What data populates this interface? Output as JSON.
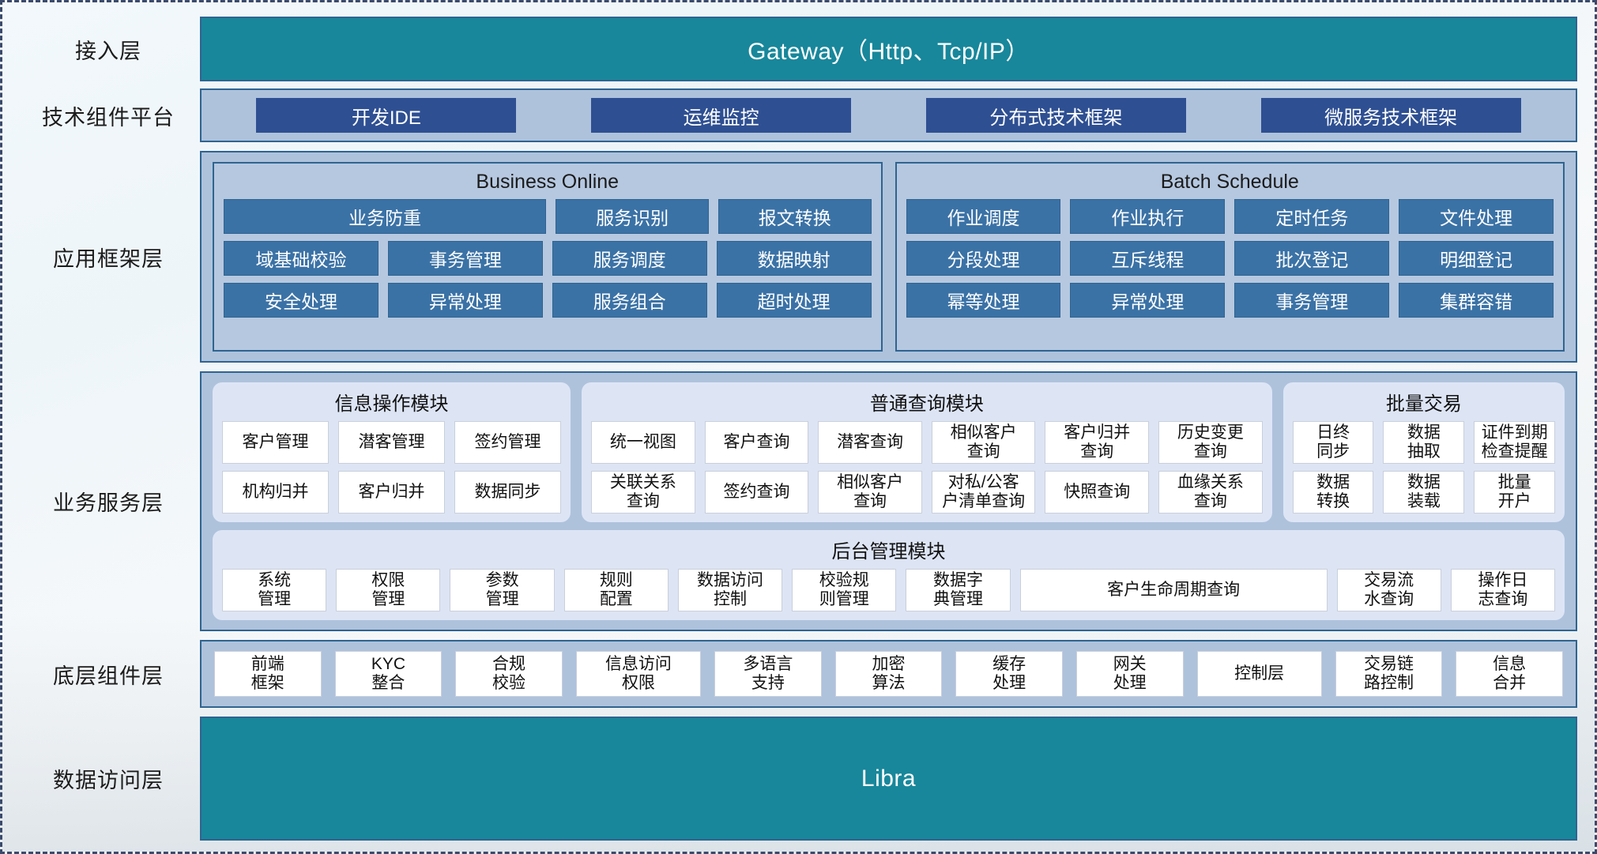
{
  "layers": [
    {
      "label": "接入层",
      "type": "teal",
      "bar_text": "Gateway（Http、Tcp/IP）"
    },
    {
      "label": "技术组件平台",
      "type": "tech",
      "buttons": [
        "开发IDE",
        "运维监控",
        "分布式技术框架",
        "微服务技术框架"
      ]
    },
    {
      "label": "应用框架层",
      "type": "framework",
      "panels": [
        {
          "title": "Business Online",
          "rows": [
            [
              {
                "text": "业务防重",
                "span": 2
              },
              {
                "text": "服务识别",
                "span": 1
              },
              {
                "text": "报文转换",
                "span": 1
              }
            ],
            [
              {
                "text": "域基础校验",
                "span": 1
              },
              {
                "text": "事务管理",
                "span": 1
              },
              {
                "text": "服务调度",
                "span": 1
              },
              {
                "text": "数据映射",
                "span": 1
              }
            ],
            [
              {
                "text": "安全处理",
                "span": 1
              },
              {
                "text": "异常处理",
                "span": 1
              },
              {
                "text": "服务组合",
                "span": 1
              },
              {
                "text": "超时处理",
                "span": 1
              }
            ]
          ]
        },
        {
          "title": "Batch Schedule",
          "rows": [
            [
              {
                "text": "作业调度",
                "span": 1
              },
              {
                "text": "作业执行",
                "span": 1
              },
              {
                "text": "定时任务",
                "span": 1
              },
              {
                "text": "文件处理",
                "span": 1
              }
            ],
            [
              {
                "text": "分段处理",
                "span": 1
              },
              {
                "text": "互斥线程",
                "span": 1
              },
              {
                "text": "批次登记",
                "span": 1
              },
              {
                "text": "明细登记",
                "span": 1
              }
            ],
            [
              {
                "text": "幂等处理",
                "span": 1
              },
              {
                "text": "异常处理",
                "span": 1
              },
              {
                "text": "事务管理",
                "span": 1
              },
              {
                "text": "集群容错",
                "span": 1
              }
            ]
          ]
        }
      ]
    },
    {
      "label": "业务服务层",
      "type": "service",
      "top_modules": [
        {
          "title": "信息操作模块",
          "rows": [
            [
              "客户管理",
              "潜客管理",
              "签约管理"
            ],
            [
              "机构归并",
              "客户归并",
              "数据同步"
            ]
          ]
        },
        {
          "title": "普通查询模块",
          "rows": [
            [
              "统一视图",
              "客户查询",
              "潜客查询",
              "相似客户\n查询",
              "客户归并\n查询",
              "历史变更\n查询"
            ],
            [
              "关联关系\n查询",
              "签约查询",
              "相似客户\n查询",
              "对私/公客\n户清单查询",
              "快照查询",
              "血缘关系\n查询"
            ]
          ]
        },
        {
          "title": "批量交易",
          "rows": [
            [
              "日终\n同步",
              "数据\n抽取",
              "证件到期\n检查提醒"
            ],
            [
              "数据\n转换",
              "数据\n装载",
              "批量\n开户"
            ]
          ]
        }
      ],
      "bottom_module": {
        "title": "后台管理模块",
        "items": [
          {
            "text": "系统\n管理",
            "wide": false
          },
          {
            "text": "权限\n管理",
            "wide": false
          },
          {
            "text": "参数\n管理",
            "wide": false
          },
          {
            "text": "规则\n配置",
            "wide": false
          },
          {
            "text": "数据访问\n控制",
            "wide": false
          },
          {
            "text": "校验规\n则管理",
            "wide": false
          },
          {
            "text": "数据字\n典管理",
            "wide": false
          },
          {
            "text": "客户生命周期查询",
            "wide": true
          },
          {
            "text": "交易流\n水查询",
            "wide": false
          },
          {
            "text": "操作日\n志查询",
            "wide": false
          }
        ]
      }
    },
    {
      "label": "底层组件层",
      "type": "components",
      "items": [
        {
          "text": "前端\n框架",
          "wider": false
        },
        {
          "text": "KYC\n整合",
          "wider": false
        },
        {
          "text": "合规\n校验",
          "wider": false
        },
        {
          "text": "信息访问\n权限",
          "wider": true
        },
        {
          "text": "多语言\n支持",
          "wider": false
        },
        {
          "text": "加密\n算法",
          "wider": false
        },
        {
          "text": "缓存\n处理",
          "wider": false
        },
        {
          "text": "网关\n处理",
          "wider": false
        },
        {
          "text": "控制层",
          "wider": true
        },
        {
          "text": "交易链\n路控制",
          "wider": false
        },
        {
          "text": "信息\n合并",
          "wider": false
        }
      ]
    },
    {
      "label": "数据访问层",
      "type": "teal",
      "bar_text": "Libra"
    }
  ],
  "colors": {
    "teal": "#18879b",
    "band": "#aec2dc",
    "panel": "#b6c8e0",
    "cell_blue": "#3b72a6",
    "tech_btn": "#2e4f92",
    "module": "#dde5f5",
    "border": "#2f6490"
  }
}
